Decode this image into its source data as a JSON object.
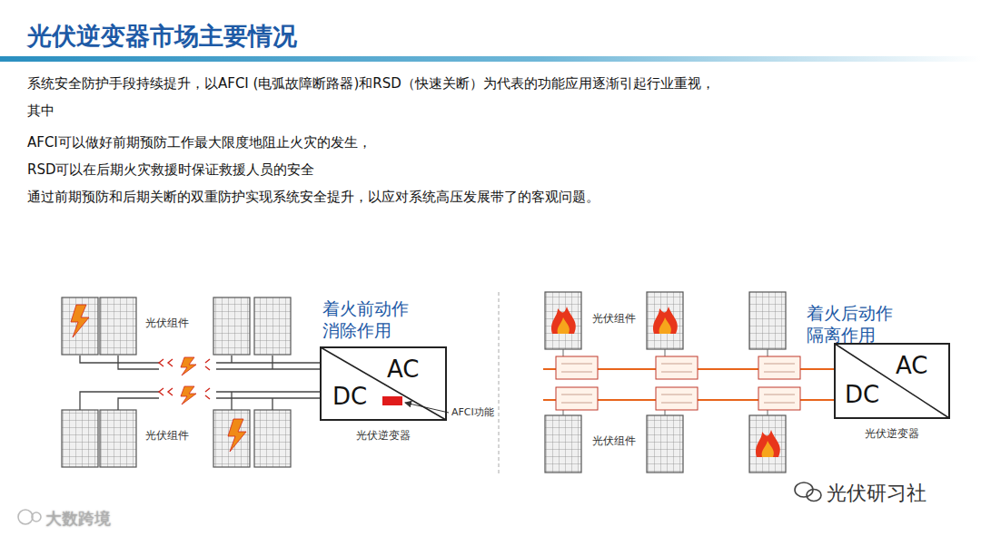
{
  "diagram": {
    "title": "光伏逆变器市场主要情况",
    "nodes": [
      {
        "text": [
          "DC",
          "AC",
          "光伏逆变器"
        ]
      },
      {
        "text": [
          "DC",
          "AC",
          "光伏逆变器"
        ]
      }
    ],
    "labels": [
      "系统安全防护手段持续提升，以AFCI (电弧故障断路器)和RSD（快速关断）为代表的功能应用逐渐引起行业重视，",
      "其中",
      "AFCI可以做好前期预防工作最大限度地阻止火灾的发生，",
      "RSD可以在后期火灾救援时保证救援人员的安全",
      "通过前期预防和后期关断的双重防护实现系统安全提升，以应对系统高压发展带了的客观问题。",
      "光伏组件",
      "光伏组件",
      "着火前动作 消除作用",
      "AFCI功能",
      "光伏组件",
      "光伏组件",
      "着火后动作 隔离作用",
      "大数跨境",
      "光伏研习社"
    ]
  }
}
